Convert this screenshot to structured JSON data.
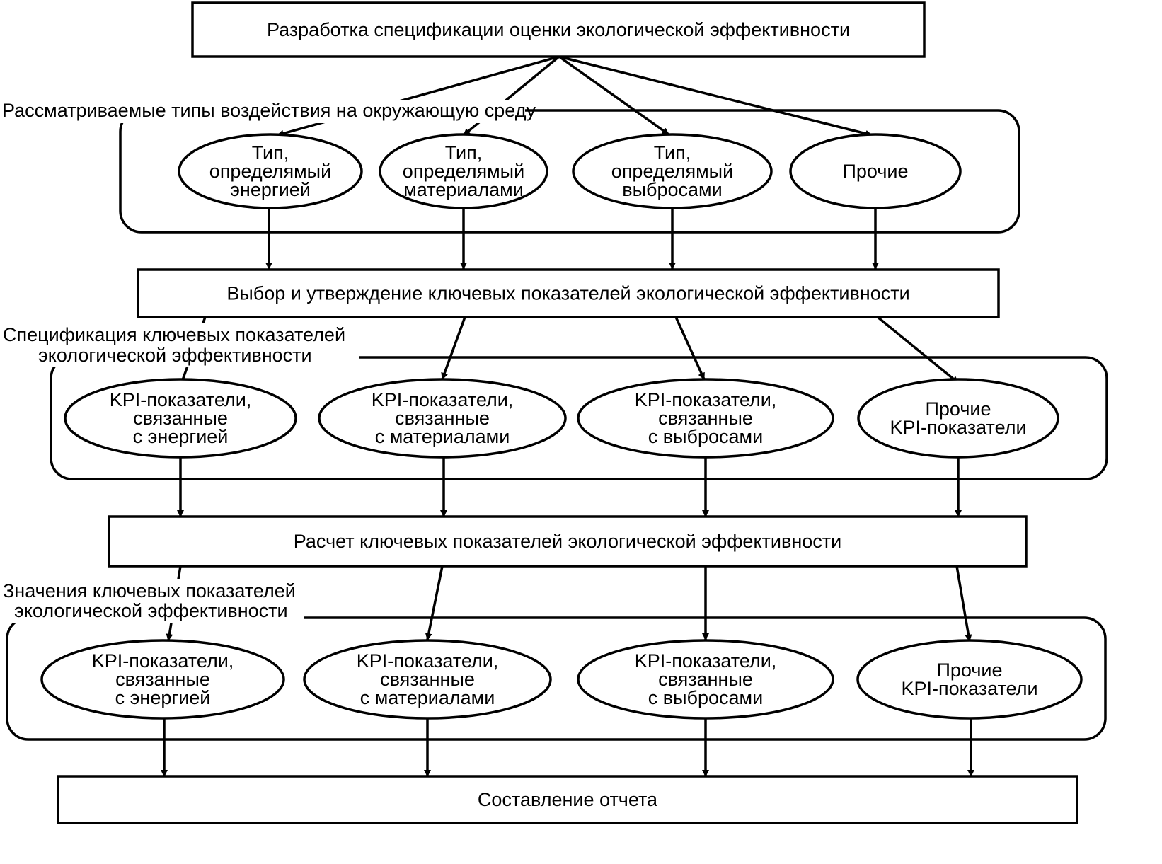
{
  "steps": {
    "spec_development": "Разработка спецификации оценки экологической эффективности",
    "kpi_selection": "Выбор и утверждение ключевых показателей экологической эффективности",
    "kpi_calculation": "Расчет ключевых показателей экологической эффективности",
    "reporting": "Составление отчета"
  },
  "group_labels": {
    "impact_types": [
      "Рассматриваемые типы воздействия на окружающую среду"
    ],
    "kpi_specification": [
      "Спецификация ключевых показателей",
      "экологической эффективности"
    ],
    "kpi_values": [
      "Значения ключевых показателей",
      "экологической эффективности"
    ]
  },
  "impact_types": [
    [
      "Тип,",
      "определямый",
      "энергией"
    ],
    [
      "Тип,",
      "определямый",
      "материалами"
    ],
    [
      "Тип,",
      "определямый",
      "выбросами"
    ],
    [
      "Прочие"
    ]
  ],
  "kpi_specification_items": [
    [
      "KPI-показатели,",
      "связанные",
      "с энергией"
    ],
    [
      "KPI-показатели,",
      "связанные",
      "с материалами"
    ],
    [
      "KPI-показатели,",
      "связанные",
      "с выбросами"
    ],
    [
      "Прочие",
      "KPI-показатели"
    ]
  ],
  "kpi_value_items": [
    [
      "KPI-показатели,",
      "связанные",
      "с энергией"
    ],
    [
      "KPI-показатели,",
      "связанные",
      "с материалами"
    ],
    [
      "KPI-показатели,",
      "связанные",
      "с выбросами"
    ],
    [
      "Прочие",
      "KPI-показатели"
    ]
  ]
}
